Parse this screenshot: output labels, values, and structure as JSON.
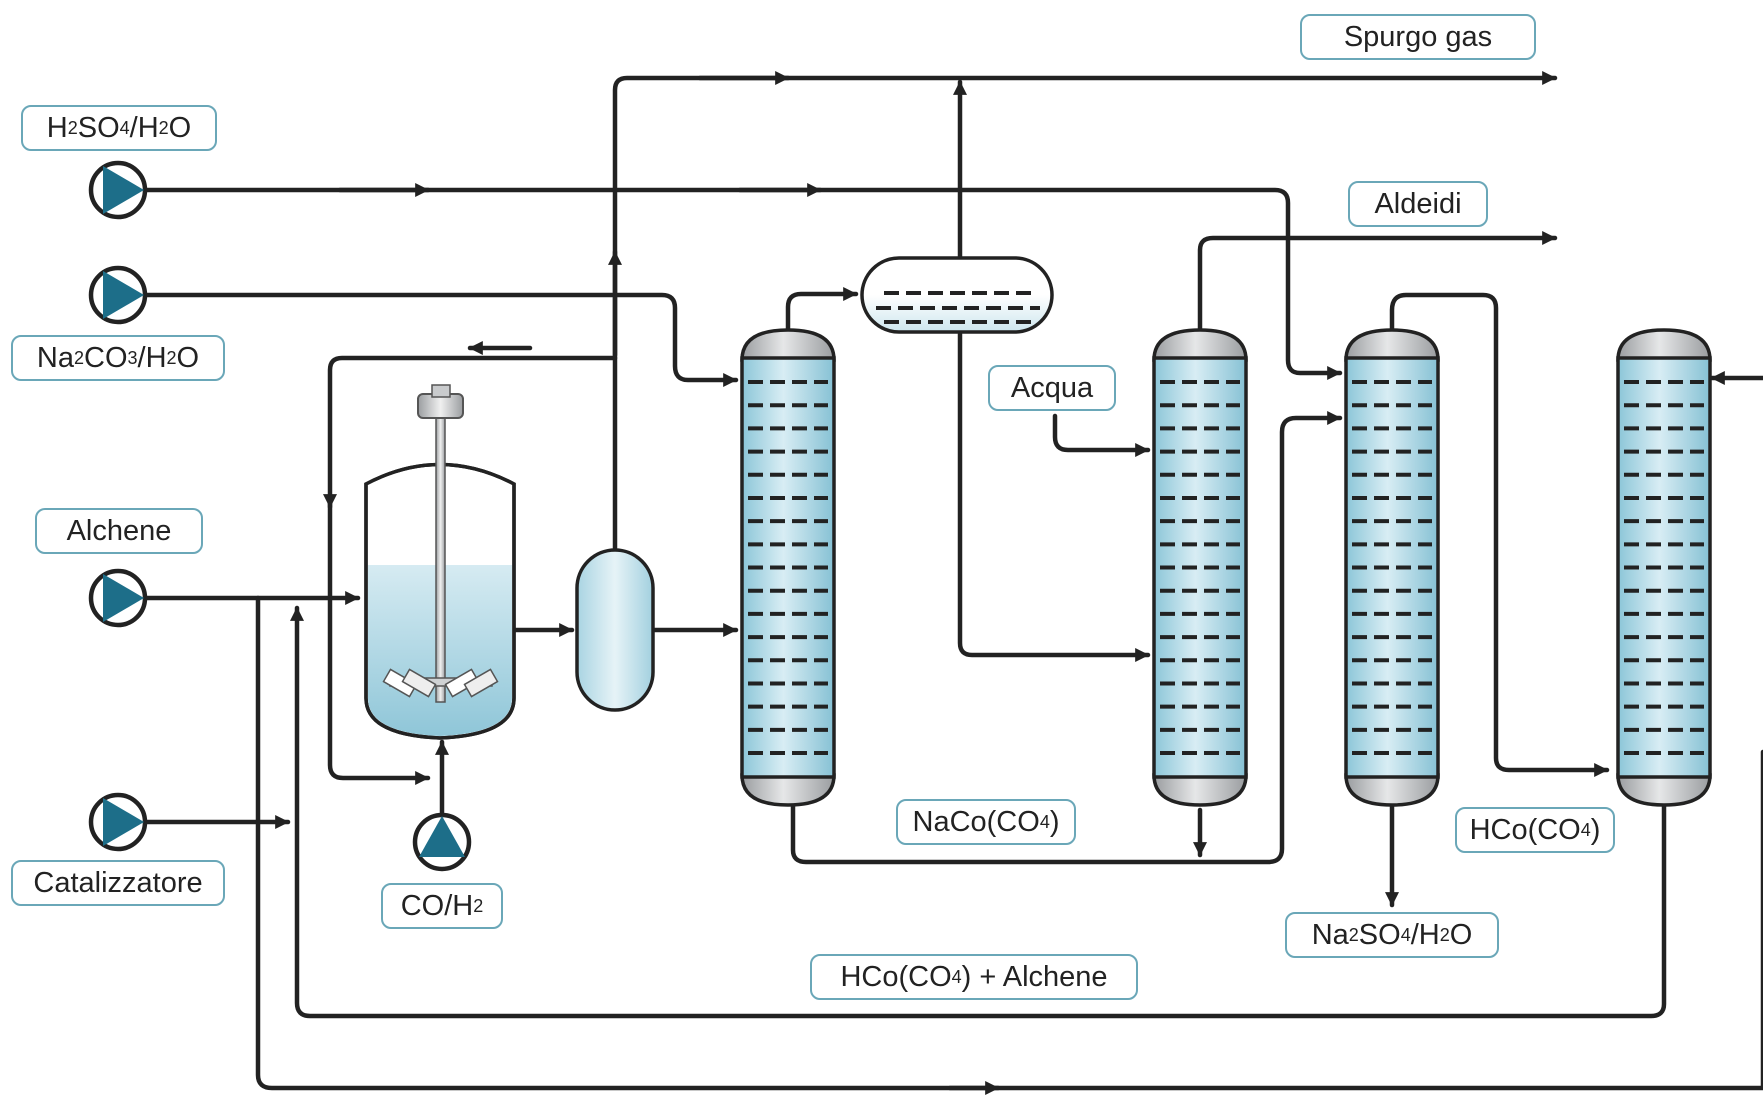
{
  "labels": {
    "spurgo_gas": "Spurgo gas",
    "h2so4": {
      "a": "H",
      "b": "2",
      "c": "SO",
      "d": "4",
      "e": "/H",
      "f": "2",
      "g": "O"
    },
    "na2co3": {
      "a": "Na",
      "b": "2",
      "c": "CO",
      "d": "3",
      "e": "/H",
      "f": "2",
      "g": "O"
    },
    "aldeidi": "Aldeidi",
    "acqua": "Acqua",
    "alchene": "Alchene",
    "catalizzatore": "Catalizzatore",
    "co_h2": {
      "a": "CO/H",
      "b": "2"
    },
    "naco_co4": {
      "a": "NaCo(CO",
      "b": "4",
      "c": ")"
    },
    "hco_co4": {
      "a": "HCo(CO",
      "b": "4",
      "c": ")"
    },
    "na2so4": {
      "a": "Na",
      "b": "2",
      "c": "SO",
      "d": "4",
      "e": "/H",
      "f": "2",
      "g": "O"
    },
    "hco_alchene": {
      "a": "HCo(CO",
      "b": "4",
      "c": ") + Alchene"
    }
  },
  "colors": {
    "pump_fill": "#1d6e89",
    "vessel_light": "#e3f1f6",
    "vessel_mid": "#9fcfdf",
    "cap_grey": "#b9bcbe",
    "label_border": "#6aa7b8",
    "line": "#222222"
  },
  "icons": {
    "pump": "centrifugal-pump-icon",
    "compressor": "compressor-icon",
    "reactor": "stirred-tank-reactor-icon",
    "separator": "flash-drum-icon",
    "decanter": "horizontal-decanter-icon",
    "column": "tray-column-icon"
  }
}
